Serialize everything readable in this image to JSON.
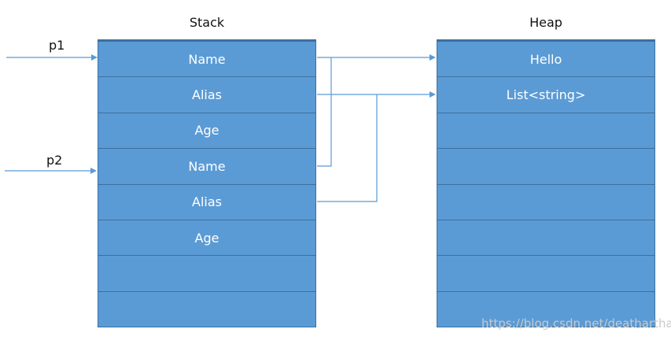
{
  "stack": {
    "title": "Stack",
    "cells": [
      "Name",
      "Alias",
      "Age",
      "Name",
      "Alias",
      "Age",
      "",
      ""
    ]
  },
  "heap": {
    "title": "Heap",
    "cells": [
      "Hello",
      "List<string>",
      "",
      "",
      "",
      "",
      "",
      ""
    ]
  },
  "pointers": [
    {
      "label": "p1"
    },
    {
      "label": "p2"
    }
  ],
  "watermark": "https://blog.csdn.net/deatharthas",
  "colors": {
    "cell_fill": "#5b9bd5",
    "cell_border": "#3d6f9e",
    "arrow": "#5b9bd5",
    "text": "#ffffff"
  }
}
